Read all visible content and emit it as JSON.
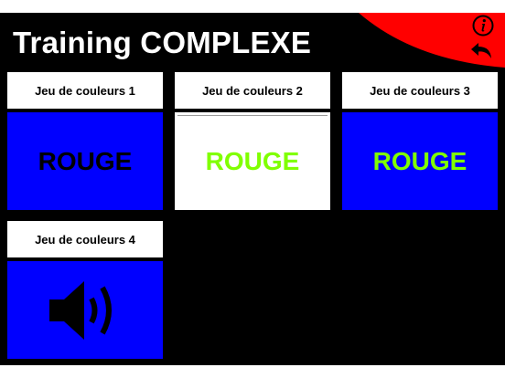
{
  "header": {
    "title": "Training COMPLEXE",
    "info_icon": "info-icon",
    "back_icon": "back-arrow-icon",
    "accent_color": "#ff0000"
  },
  "cards": [
    {
      "label": "Jeu de couleurs 1",
      "word": "ROUGE",
      "background": "#0000ff",
      "text_color": "#000000"
    },
    {
      "label": "Jeu de couleurs 2",
      "word": "ROUGE",
      "background": "#ffffff",
      "text_color": "#80ff00"
    },
    {
      "label": "Jeu de couleurs 3",
      "word": "ROUGE",
      "background": "#0000ff",
      "text_color": "#80ff00"
    },
    {
      "label": "Jeu de couleurs 4",
      "background": "#0000ff",
      "icon": "speaker-icon"
    }
  ]
}
